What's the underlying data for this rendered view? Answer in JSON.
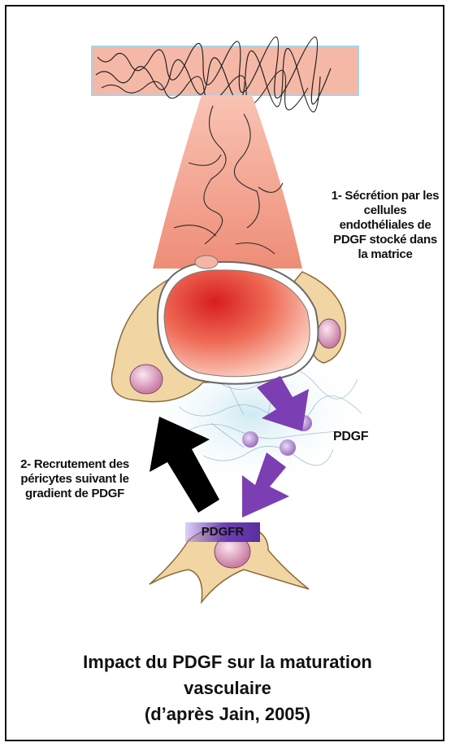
{
  "labels": {
    "step1": "1- Sécrétion par les cellules endothéliales de PDGF stocké dans la matrice",
    "step2": "2- Recrutement des péricytes suivant le gradient de PDGF",
    "pdgf": "PDGF",
    "pdgfr": "PDGFR"
  },
  "caption": {
    "line1": "Impact du PDGF sur la maturation",
    "line2": "vasculaire",
    "line3": "(d’après Jain, 2005)"
  },
  "colors": {
    "vessel": "#f4a28a",
    "vessel_dark": "#d8402a",
    "pericyte": "#f1d6a4",
    "arrow_purple": "#7b3fb3",
    "arrow_black": "#000000",
    "matrix": "#bfe3ef"
  }
}
